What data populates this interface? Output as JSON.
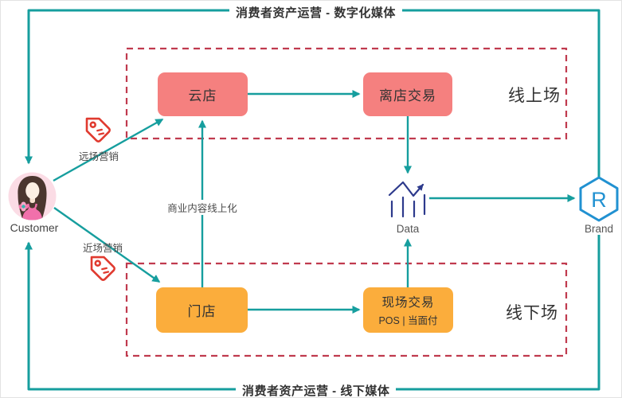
{
  "colors": {
    "flow": "#169E9E",
    "zone_border": "#C03A4E",
    "node_online": "#F5807F",
    "node_offline": "#FBAD3C",
    "data_icon": "#2D3A8C",
    "brand_icon": "#2191D1",
    "tag_icon": "#E03A2F",
    "banner_text": "#333333",
    "node_text": "#333333",
    "label_text": "#4A4A4A",
    "caption_text": "#555555"
  },
  "banners": {
    "top": "消费者资产运营 - 数字化媒体",
    "bottom": "消费者资产运营 - 线下媒体"
  },
  "customer": {
    "label": "Customer"
  },
  "brand": {
    "label": "Brand",
    "icon_letter": "R"
  },
  "data_node": {
    "label": "Data"
  },
  "zones": {
    "online": {
      "label": "线上场",
      "nodes": {
        "cloud_store": "云店",
        "offstore_txn": "离店交易"
      }
    },
    "offline": {
      "label": "线下场",
      "nodes": {
        "store": "门店",
        "onsite_txn_title": "现场交易",
        "onsite_txn_sub": "POS | 当面付"
      }
    }
  },
  "edge_labels": {
    "far_field": "远场营销",
    "near_field": "近场营销",
    "content_online": "商业内容线上化"
  }
}
